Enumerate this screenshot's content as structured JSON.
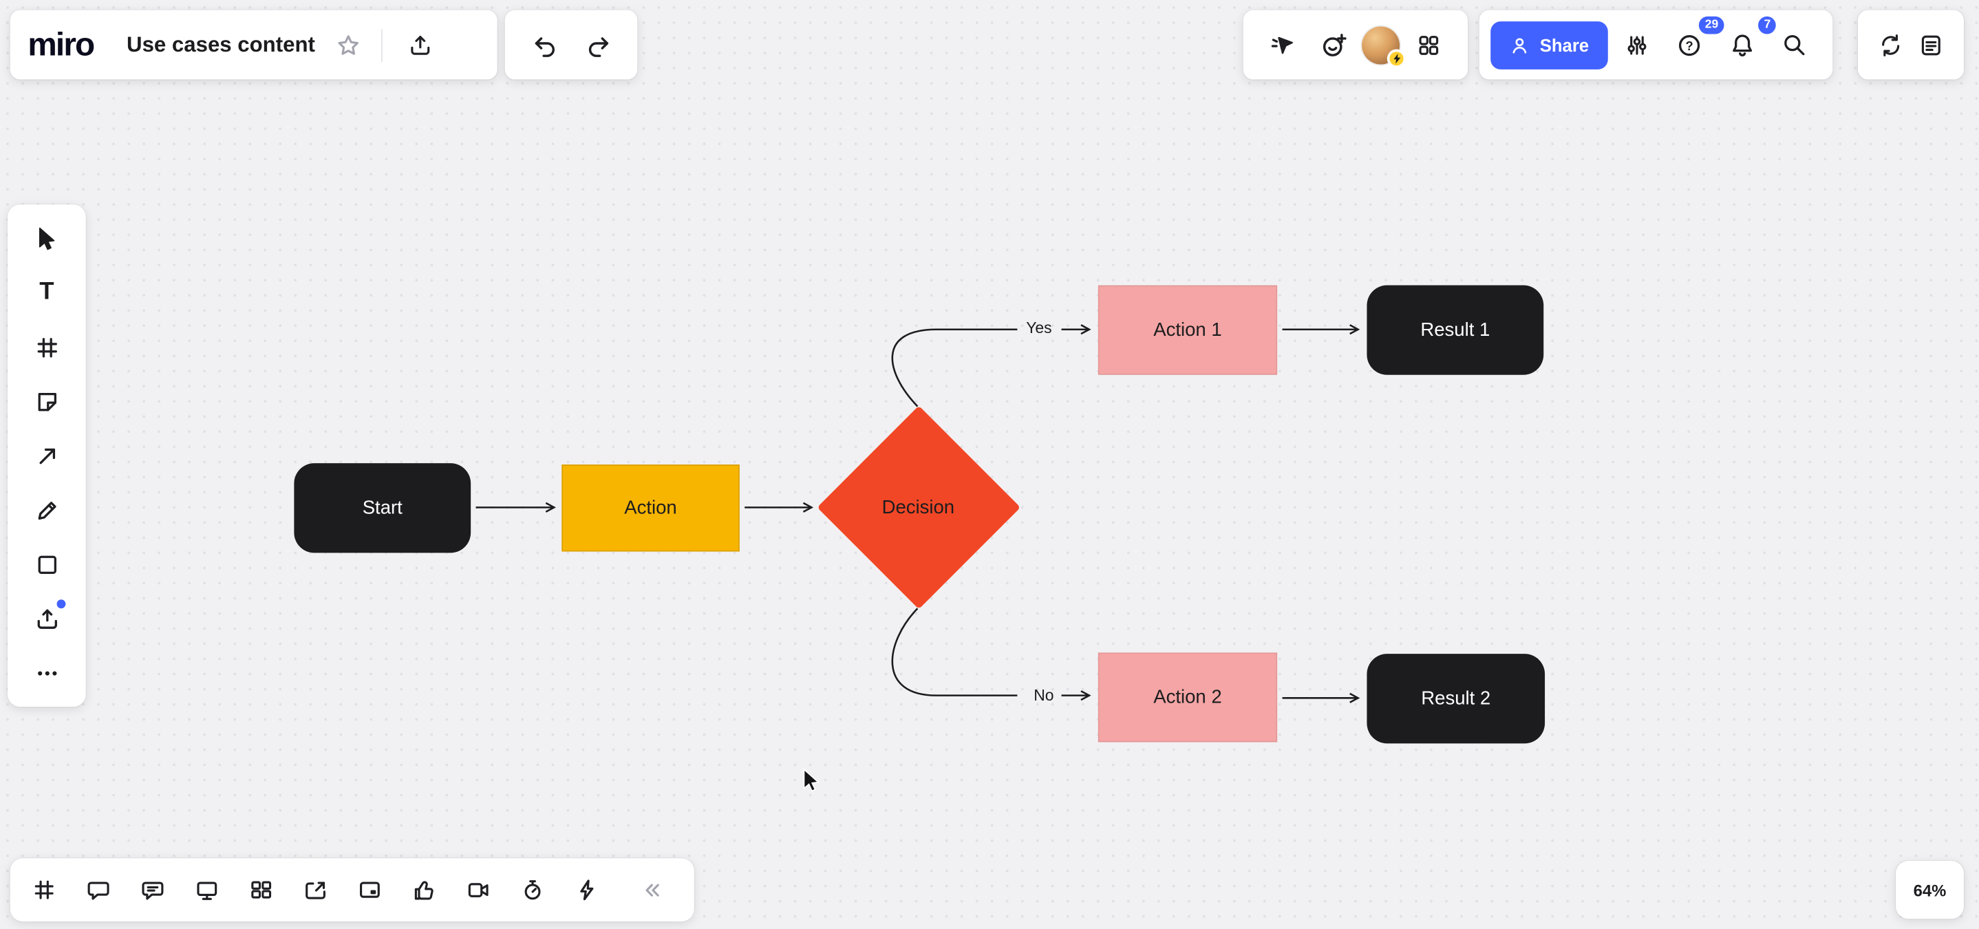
{
  "app": {
    "logo_text": "miro"
  },
  "header": {
    "board_title": "Use cases content",
    "share_label": "Share",
    "help_badge": "29",
    "notifications_badge": "7",
    "icons": [
      "star",
      "export",
      "undo",
      "redo",
      "attention-cursor",
      "add-reaction",
      "avatar",
      "apps",
      "sliders",
      "help",
      "notifications",
      "search",
      "sync",
      "notes"
    ]
  },
  "left_toolbar": {
    "icons": [
      "select",
      "text",
      "frame",
      "sticky-note",
      "arrow",
      "pen",
      "shapes",
      "upload",
      "more"
    ]
  },
  "bottom_toolbar": {
    "icons": [
      "frame",
      "comment",
      "chat",
      "present",
      "cards",
      "share-screen",
      "media",
      "reactions",
      "video",
      "timer",
      "lightning",
      "collapse"
    ]
  },
  "zoom": {
    "level": "64%"
  },
  "colors": {
    "accent": "#4262ff",
    "canvas_bg": "#f1f1f3",
    "node_dark": "#1c1c1e",
    "node_yellow": "#f7b500",
    "node_orange": "#f24726",
    "node_pink": "#f5a5a5"
  },
  "diagram": {
    "nodes": {
      "start": {
        "label": "Start",
        "shape": "rounded-rect",
        "fill": "#1c1c1e",
        "text_color": "#ffffff"
      },
      "action": {
        "label": "Action",
        "shape": "rect",
        "fill": "#f7b500",
        "text_color": "#1c1c1e"
      },
      "decision": {
        "label": "Decision",
        "shape": "diamond",
        "fill": "#f24726",
        "text_color": "#1c1c1e"
      },
      "action1": {
        "label": "Action 1",
        "shape": "rect",
        "fill": "#f5a5a5",
        "text_color": "#1c1c1e"
      },
      "result1": {
        "label": "Result 1",
        "shape": "rounded-rect",
        "fill": "#1c1c1e",
        "text_color": "#ffffff"
      },
      "action2": {
        "label": "Action 2",
        "shape": "rect",
        "fill": "#f5a5a5",
        "text_color": "#1c1c1e"
      },
      "result2": {
        "label": "Result 2",
        "shape": "rounded-rect",
        "fill": "#1c1c1e",
        "text_color": "#ffffff"
      }
    },
    "edge_labels": {
      "yes": "Yes",
      "no": "No"
    },
    "edges": [
      "Start -> Action",
      "Action -> Decision",
      "Decision -Yes-> Action 1",
      "Action 1 -> Result 1",
      "Decision -No-> Action 2",
      "Action 2 -> Result 2"
    ]
  }
}
